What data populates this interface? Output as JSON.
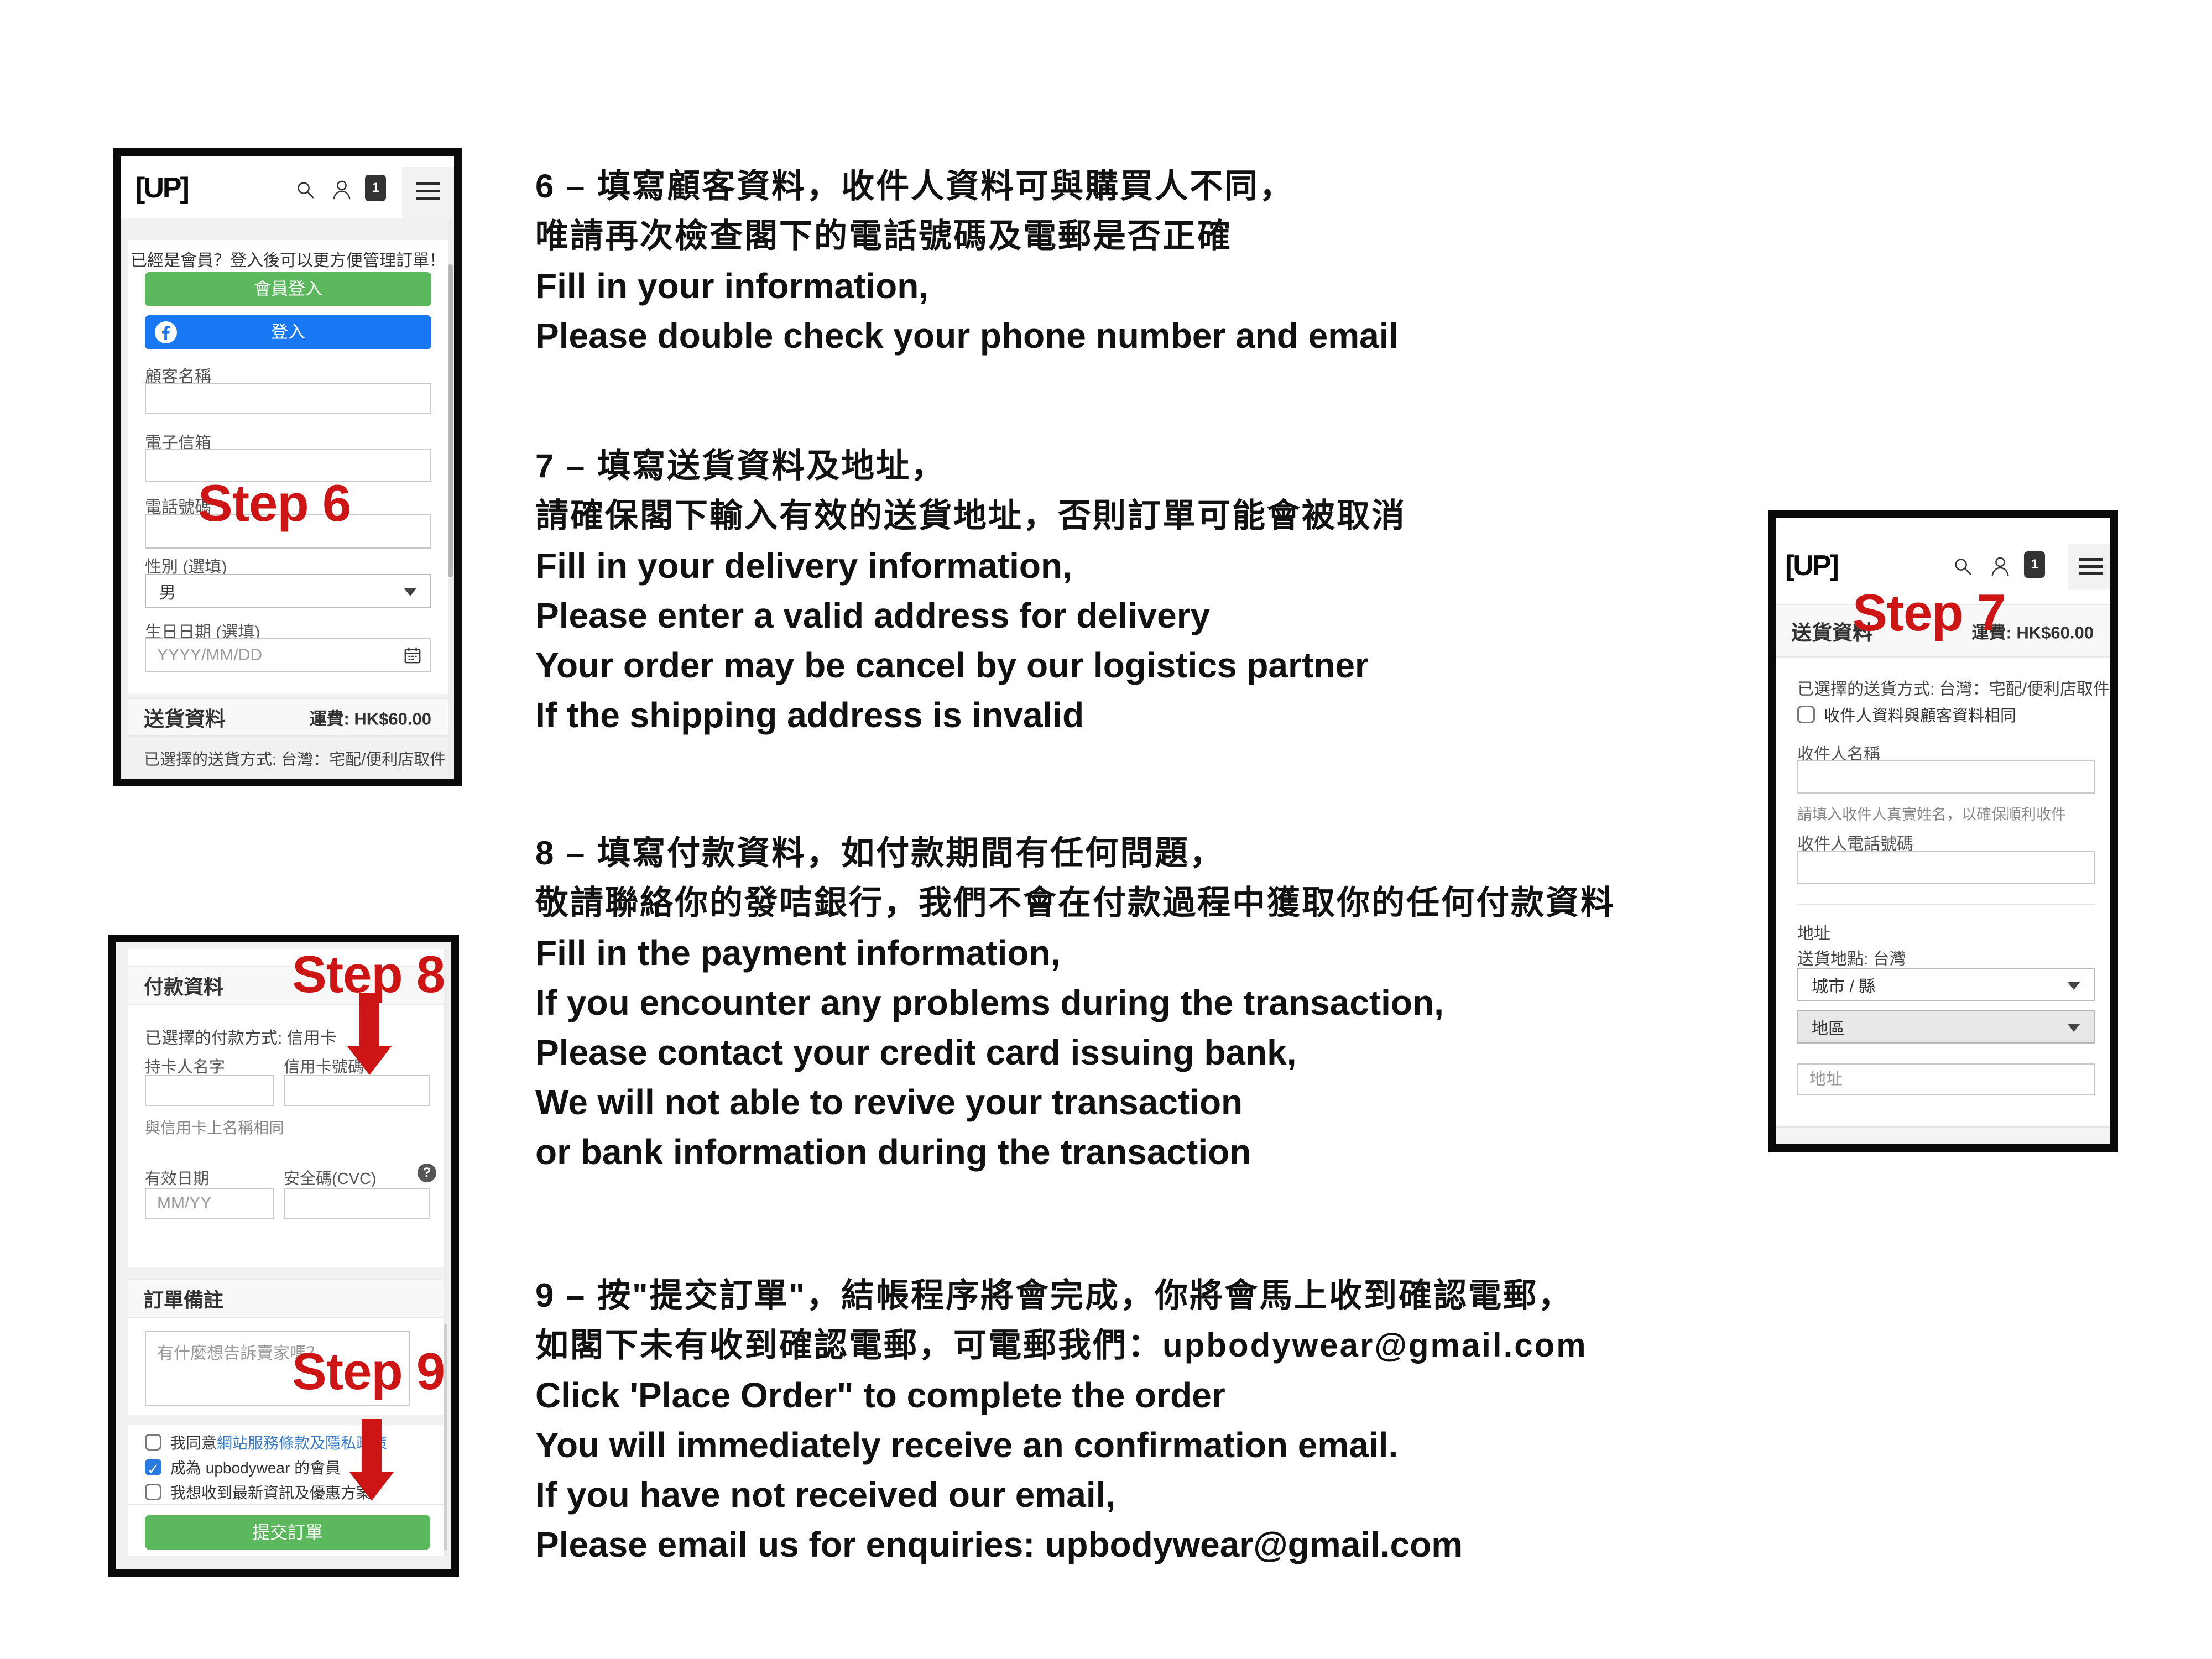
{
  "colors": {
    "accent_red": "#CC1514",
    "green": "#5CB85C",
    "fb_blue": "#1877F2",
    "check_blue": "#2A7BE0",
    "link_blue": "#3B7DC8"
  },
  "steps": {
    "s6": "Step 6",
    "s7": "Step 7",
    "s8": "Step 8",
    "s9": "Step 9"
  },
  "blocks": {
    "b6": [
      "6 – 填寫顧客資料，收件人資料可與購買人不同，",
      "唯請再次檢查閣下的電話號碼及電郵是否正確",
      "Fill in your information,",
      "Please double check your phone number and email"
    ],
    "b7": [
      "7 – 填寫送貨資料及地址，",
      "請確保閣下輸入有效的送貨地址，否則訂單可能會被取消",
      "Fill in your delivery information,",
      "Please enter a valid address for delivery",
      "Your order may be cancel by our logistics partner",
      "If the shipping address is invalid"
    ],
    "b8": [
      "8 – 填寫付款資料，如付款期間有任何問題，",
      "敬請聯絡你的發咭銀行，我們不會在付款過程中獲取你的任何付款資料",
      "Fill in the payment information,",
      "If you encounter any problems during the transaction,",
      "Please contact your credit card issuing bank,",
      "We will not able to revive your transaction",
      "or bank information during the transaction"
    ],
    "b9": [
      "9 – 按\"提交訂單\"，結帳程序將會完成，你將會馬上收到確認電郵，",
      "如閣下未有收到確認電郵，可電郵我們：upbodywear@gmail.com",
      "Click 'Place Order\" to complete the order",
      "You will immediately receive an confirmation email.",
      "If you have not received our email,",
      "Please email us for enquiries: upbodywear@gmail.com"
    ]
  },
  "header": {
    "logo": "[UP]",
    "cart_count": "1"
  },
  "checkout": {
    "login_prompt": "已經是會員？登入後可以更方便管理訂單！",
    "member_login": "會員登入",
    "fb_login": "登入",
    "customer_name": "顧客名稱",
    "email": "電子信箱",
    "phone": "電話號碼",
    "gender": "性別 (選填)",
    "gender_value": "男",
    "birthday": "生日日期 (選填)",
    "birthday_placeholder": "YYYY/MM/DD",
    "shipping_title": "送貨資料",
    "shipping_fee": "運費: HK$60.00",
    "shipping_method": "已選擇的送貨方式: 台灣：宅配/便利店取件"
  },
  "delivery": {
    "title": "送貨資料",
    "fee": "運費: HK$60.00",
    "method": "已選擇的送貨方式: 台灣：宅配/便利店取件",
    "same_as_customer": "收件人資料與顧客資料相同",
    "recipient_name": "收件人名稱",
    "recipient_hint": "請填入收件人真實姓名，以確保順利收件",
    "recipient_phone": "收件人電話號碼",
    "address_title": "地址",
    "destination": "送貨地點: 台灣",
    "city": "城市 / 縣",
    "district": "地區",
    "address_placeholder": "地址"
  },
  "payment": {
    "title": "付款資料",
    "method": "已選擇的付款方式: 信用卡",
    "card_name": "持卡人名字",
    "card_number": "信用卡號碼",
    "card_name_hint": "與信用卡上名稱相同",
    "expiry": "有效日期",
    "expiry_placeholder": "MM/YY",
    "cvc": "安全碼(CVC)",
    "help_glyph": "?",
    "notes_title": "訂單備註",
    "notes_placeholder": "有什麼想告訴賣家嗎？",
    "agree_prefix": "我同意",
    "agree_link": "網站服務條款及隱私政策",
    "member_opt": "成為 upbodywear 的會員",
    "news_opt": "我想收到最新資訊及優惠方案",
    "submit": "提交訂單"
  }
}
